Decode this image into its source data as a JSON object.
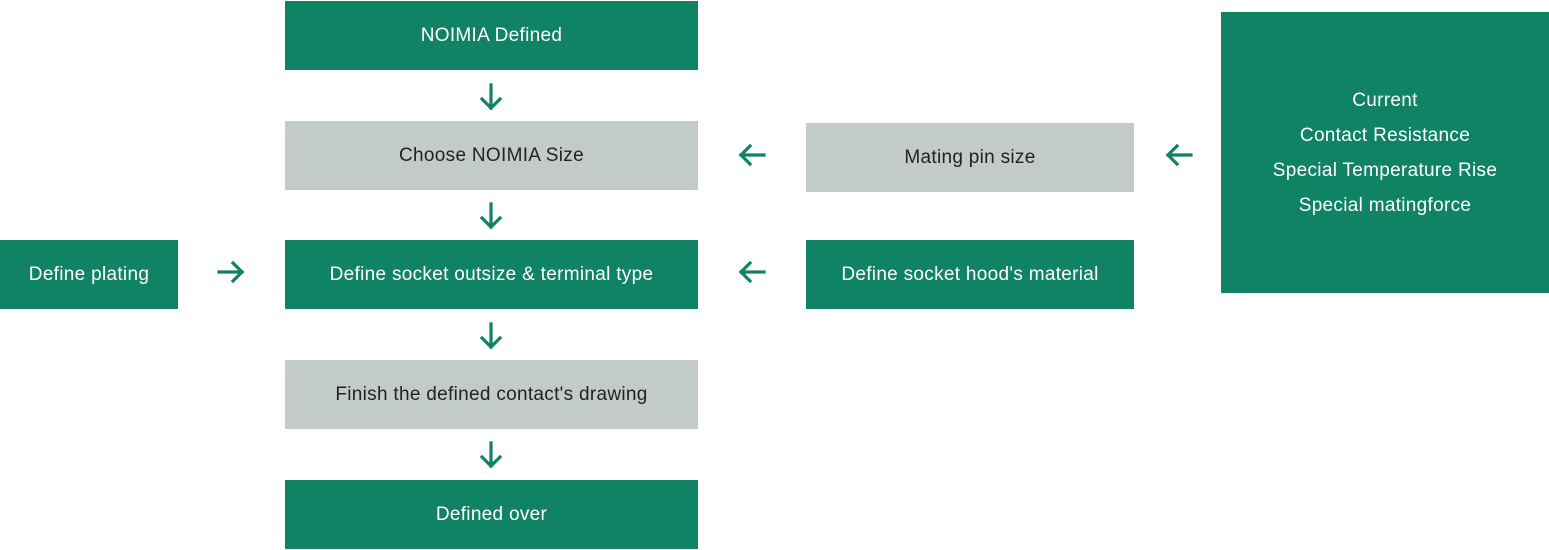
{
  "nodes": {
    "noimia_defined": "NOIMIA Defined",
    "choose_size": "Choose NOIMIA Size",
    "define_socket": "Define socket outsize & terminal type",
    "finish_drawing": "Finish the defined contact's drawing",
    "defined_over": "Defined over",
    "define_plating": "Define plating",
    "mating_pin_size": "Mating pin size",
    "define_hood_material": "Define socket hood's material",
    "requirements": [
      "Current",
      "Contact Resistance",
      "Special Temperature Rise",
      "Special matingforce"
    ]
  },
  "colors": {
    "green": "#108364",
    "gray": "#c3cbc7",
    "arrow": "#108364"
  },
  "icons": {
    "down": "arrow-down-icon",
    "left": "arrow-left-icon",
    "right": "arrow-right-icon"
  }
}
